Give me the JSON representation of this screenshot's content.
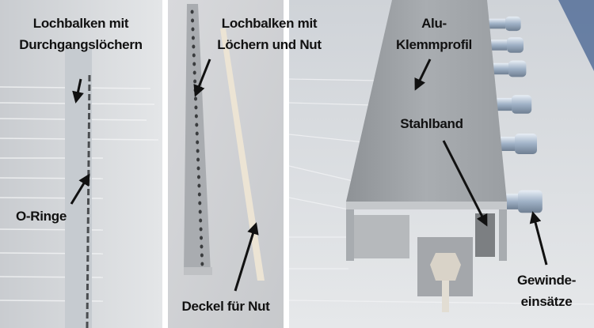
{
  "panels": [
    {
      "labels": {
        "top_line1": "Lochbalken mit",
        "top_line2": "Durchgangslöchern",
        "bottom": "O-Ringe"
      }
    },
    {
      "labels": {
        "top_line1": "Lochbalken mit",
        "top_line2": "Löchern und Nut",
        "bottom": "Deckel für Nut"
      }
    },
    {
      "labels": {
        "top_line1": "Alu-",
        "top_line2": "Klemmprofil",
        "middle": "Stahlband",
        "bottom_line1": "Gewinde-",
        "bottom_line2": "einsätze"
      }
    }
  ]
}
